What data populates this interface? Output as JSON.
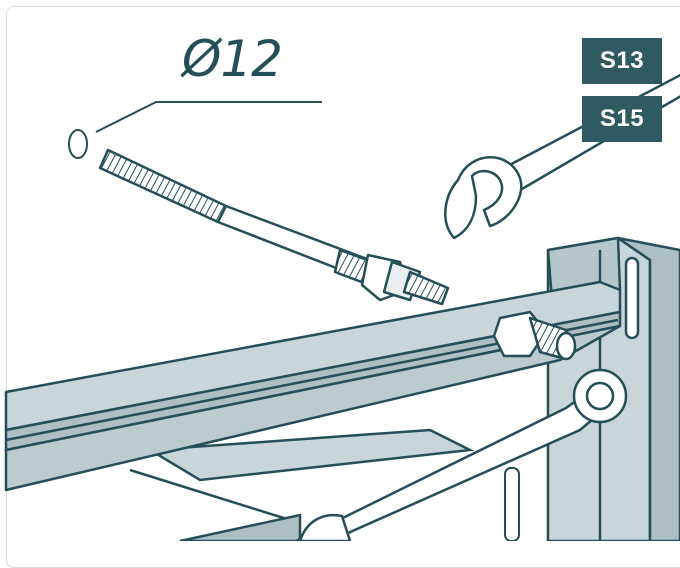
{
  "diagram": {
    "bolt_diameter_label": "Ø12",
    "wrench_sizes": [
      {
        "label": "S13"
      },
      {
        "label": "S15"
      }
    ],
    "colors": {
      "outline": "#244f58",
      "steel": "#c9d6d9",
      "steel_dark": "#aebfc3",
      "wrench": "#ffffff",
      "badge": "#2f5a61"
    }
  }
}
